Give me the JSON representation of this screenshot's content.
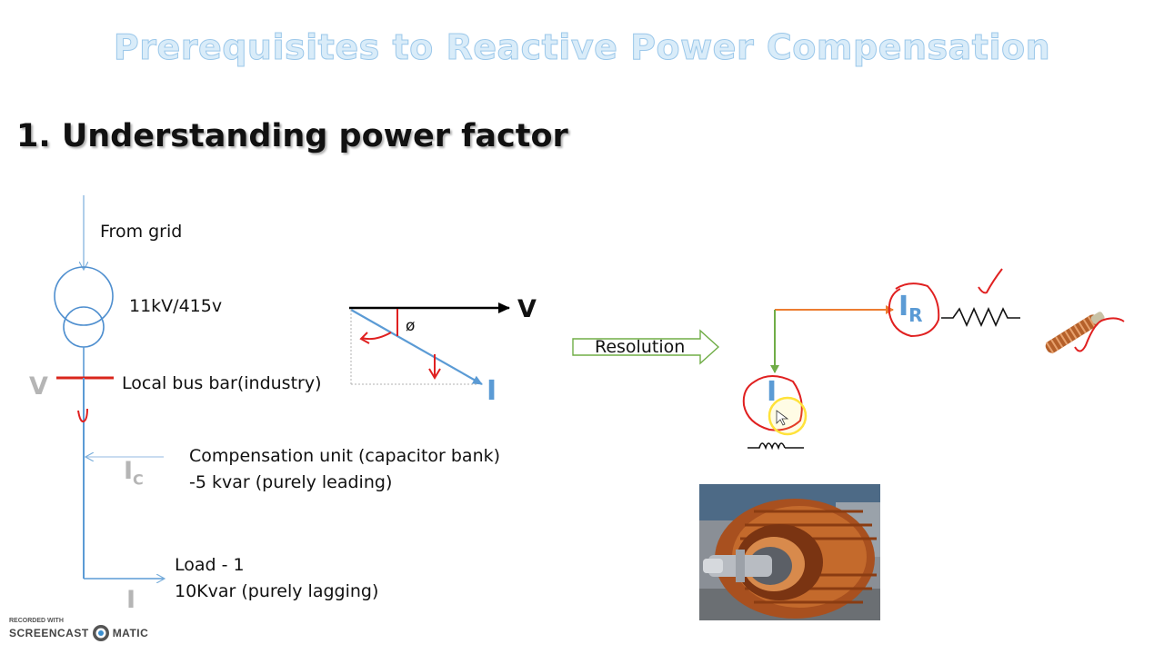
{
  "slide": {
    "title": "Prerequisites to Reactive Power Compensation",
    "heading": "1. Understanding power factor"
  },
  "circuit": {
    "from_grid": "From grid",
    "transformer_rating": "11kV/415v",
    "bus_symbol": "V",
    "bus_label": "Local bus bar(industry)",
    "capacitor_current_symbol": "I",
    "capacitor_current_subscript": "C",
    "compensation_line1": "Compensation unit (capacitor bank)",
    "compensation_line2": "-5 kvar (purely leading)",
    "load_current_symbol": "I",
    "load_line1": "Load - 1",
    "load_line2": "10Kvar (purely lagging)"
  },
  "phasor": {
    "voltage_symbol": "V",
    "angle_symbol": "ø",
    "current_symbol": "I"
  },
  "resolution": {
    "label": "Resolution",
    "resistive_current_symbol": "I",
    "resistive_current_subscript": "R",
    "inductive_current_symbol": "I"
  },
  "colors": {
    "title_fill": "#d9ecf9",
    "wire_blue": "#5b9bd5",
    "bus_red": "#d9261c",
    "ink_red": "#e02020",
    "arrow_green": "#70ad47",
    "wire_orange": "#ed7d31",
    "highlight_yellow": "#ffe23a",
    "motor_copper": "#b5602a"
  },
  "icons": {
    "transformer": "transformer-icon",
    "resistor": "resistor-icon",
    "inductor": "inductor-icon",
    "coil": "coil-icon",
    "motor": "motor-photo-icon",
    "watermark": "screencast-o-matic-logo"
  },
  "watermark": {
    "line1": "RECORDED WITH",
    "line2a": "SCREENCAST",
    "line2b": "MATIC"
  }
}
